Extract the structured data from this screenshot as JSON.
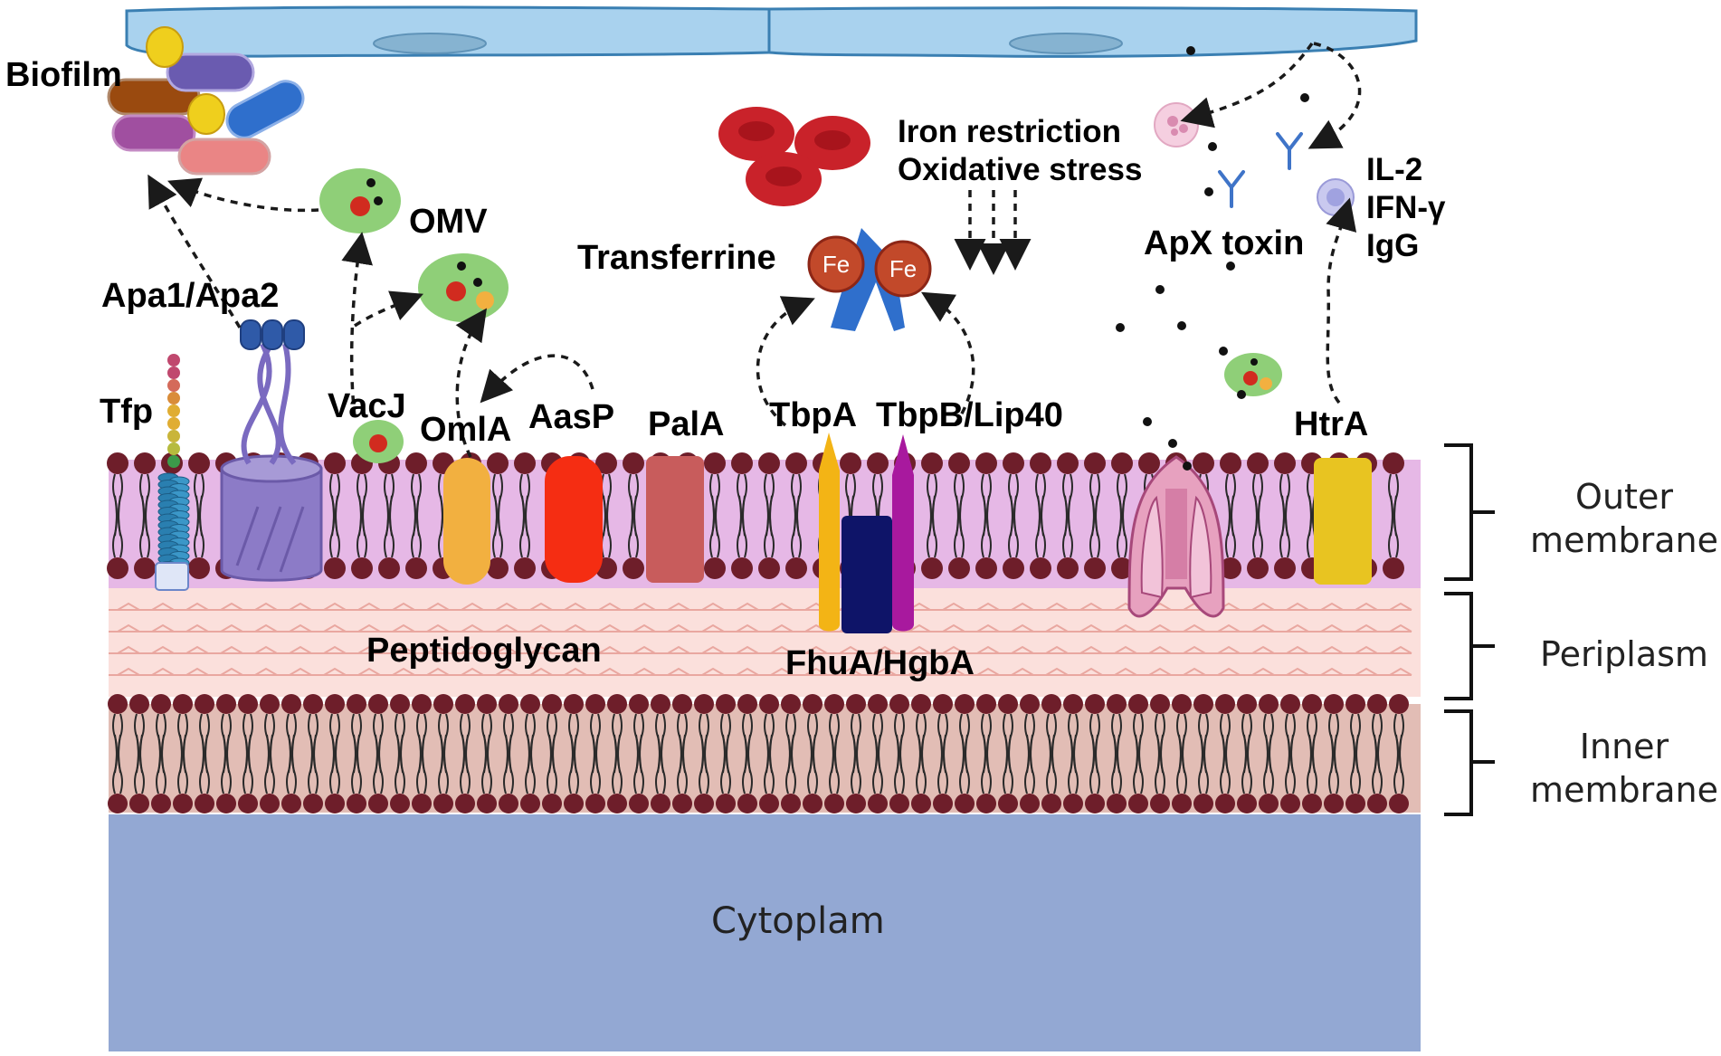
{
  "labels": {
    "biofilm": "Biofilm",
    "omv": "OMV",
    "apa": "Apa1/Apa2",
    "tfp": "Tfp",
    "vacj": "VacJ",
    "omla": "OmlA",
    "aasp": "AasP",
    "pala": "PalA",
    "tbpa": "TbpA",
    "tbpb": "TbpB/Lip40",
    "transferrine": "Transferrine",
    "fe": "Fe",
    "iron_restriction": "Iron restriction",
    "oxidative_stress": "Oxidative stress",
    "apx_toxin": "ApX toxin",
    "il2": "IL-2",
    "ifn": "IFN-γ",
    "igg": "IgG",
    "htra": "HtrA",
    "peptidoglycan": "Peptidoglycan",
    "fhua": "FhuA/HgbA"
  },
  "layers": {
    "outer_membrane_1": "Outer",
    "outer_membrane_2": "membrane",
    "periplasm": "Periplasm",
    "inner_membrane_1": "Inner",
    "inner_membrane_2": "membrane",
    "cytoplasm": "Cytoplam"
  },
  "colors": {
    "host_cell": "#a9d2ee",
    "outer_membrane_band": "#e6b8e6",
    "periplasm": "#fbe0dc",
    "inner_membrane_band": "#e2bdb5",
    "lipid_head": "#6e1e2a",
    "cytoplasm": "#93a8d3",
    "omla": "#f2b040",
    "aasp": "#f52d12",
    "pala": "#c85c5c",
    "tbpa": "#f3b415",
    "tbpb": "#a8199e",
    "fhua": "#0e1468",
    "htra": "#e8c421",
    "apx": "#e7a1bf"
  }
}
